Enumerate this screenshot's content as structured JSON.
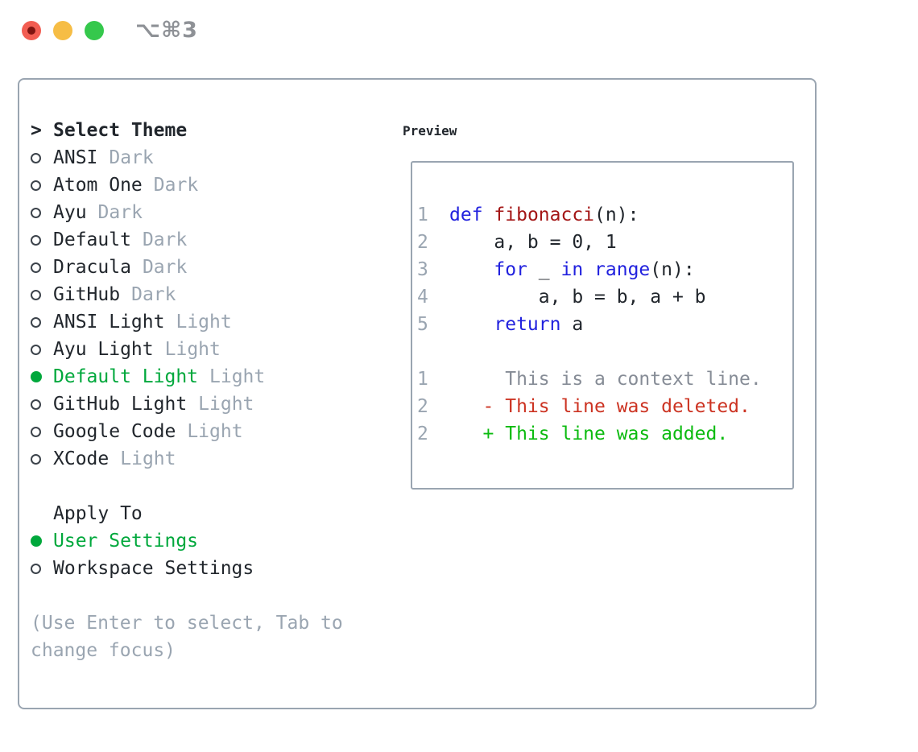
{
  "window": {
    "shortcut": "⌥⌘3"
  },
  "colors": {
    "text": "#21262c",
    "muted": "#9aa5b1",
    "muted_dark": "#8e9196",
    "border": "#9aa5b1",
    "marker": "#3c434b",
    "accent_green": "#00a83c",
    "keyword": "#2121de",
    "function": "#a31515",
    "deleted": "#cc3322",
    "added": "#0cbb10",
    "context": "#868c96",
    "line_number": "#9aa5b1",
    "tl_red": "#f25d52",
    "tl_red_dot": "#7f1410",
    "tl_yellow": "#f6bd45",
    "tl_green": "#35c84c"
  },
  "theme_panel": {
    "title_marker": ">",
    "title": "Select Theme",
    "themes": [
      {
        "name": "ANSI",
        "tag": "Dark",
        "selected": false
      },
      {
        "name": "Atom One",
        "tag": "Dark",
        "selected": false
      },
      {
        "name": "Ayu",
        "tag": "Dark",
        "selected": false
      },
      {
        "name": "Default",
        "tag": "Dark",
        "selected": false
      },
      {
        "name": "Dracula",
        "tag": "Dark",
        "selected": false
      },
      {
        "name": "GitHub",
        "tag": "Dark",
        "selected": false
      },
      {
        "name": "ANSI Light",
        "tag": "Light",
        "selected": false
      },
      {
        "name": "Ayu Light",
        "tag": "Light",
        "selected": false
      },
      {
        "name": "Default Light",
        "tag": "Light",
        "selected": true
      },
      {
        "name": "GitHub Light",
        "tag": "Light",
        "selected": false
      },
      {
        "name": "Google Code",
        "tag": "Light",
        "selected": false
      },
      {
        "name": "XCode",
        "tag": "Light",
        "selected": false
      }
    ],
    "apply_to": {
      "title": "Apply To",
      "options": [
        {
          "name": "User Settings",
          "selected": true
        },
        {
          "name": "Workspace Settings",
          "selected": false
        }
      ]
    },
    "hint": "(Use Enter to select, Tab to change focus)"
  },
  "preview": {
    "title": "Preview",
    "code_lines": [
      {
        "num": "1",
        "tokens": [
          {
            "t": "def",
            "c": "kw"
          },
          {
            "t": " "
          },
          {
            "t": "fibonacci",
            "c": "fn"
          },
          {
            "t": "(n):"
          }
        ]
      },
      {
        "num": "2",
        "tokens": [
          {
            "t": "    a, b = 0, 1"
          }
        ]
      },
      {
        "num": "3",
        "tokens": [
          {
            "t": "    "
          },
          {
            "t": "for",
            "c": "kw"
          },
          {
            "t": " _ "
          },
          {
            "t": "in",
            "c": "kw"
          },
          {
            "t": " "
          },
          {
            "t": "range",
            "c": "kw"
          },
          {
            "t": "(n):"
          }
        ]
      },
      {
        "num": "4",
        "tokens": [
          {
            "t": "        a, b = b, a + b"
          }
        ]
      },
      {
        "num": "5",
        "tokens": [
          {
            "t": "    "
          },
          {
            "t": "return",
            "c": "kw"
          },
          {
            "t": " a"
          }
        ]
      }
    ],
    "diff_lines": [
      {
        "num": "1",
        "kind": "ctx",
        "text": "     This is a context line."
      },
      {
        "num": "2",
        "kind": "del",
        "text": "   - This line was deleted."
      },
      {
        "num": "2",
        "kind": "add",
        "text": "   + This line was added."
      }
    ]
  }
}
